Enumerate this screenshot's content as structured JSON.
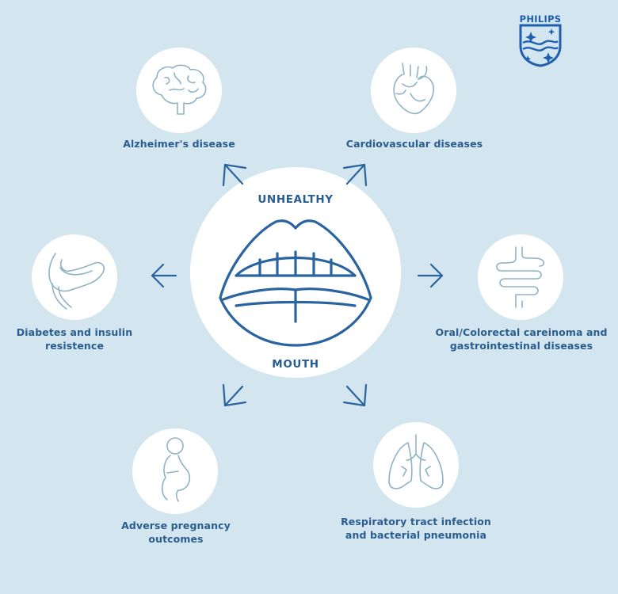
{
  "brand": {
    "name": "PHILIPS",
    "color": "#1f5fb0"
  },
  "center": {
    "top_label": "UNHEALTHY",
    "bottom_label": "MOUTH",
    "icon": "mouth-icon"
  },
  "conditions": [
    {
      "label": "Alzheimer's disease",
      "icon": "brain-icon"
    },
    {
      "label": "Cardiovascular diseases",
      "icon": "heart-icon"
    },
    {
      "label": "Diabetes and insulin resistence",
      "icon": "pancreas-icon"
    },
    {
      "label": "Oral/Colorectal careinoma and gastrointestinal diseases",
      "icon": "intestine-icon"
    },
    {
      "label": "Adverse pregnancy outcomes",
      "icon": "pregnancy-icon"
    },
    {
      "label": "Respiratory tract infection and bacterial pneumonia",
      "icon": "lungs-icon"
    }
  ],
  "colors": {
    "background": "#d3e6ef",
    "accent": "#2a64a0",
    "icon_stroke": "#8fb3c6",
    "text": "#2a5d8f"
  }
}
